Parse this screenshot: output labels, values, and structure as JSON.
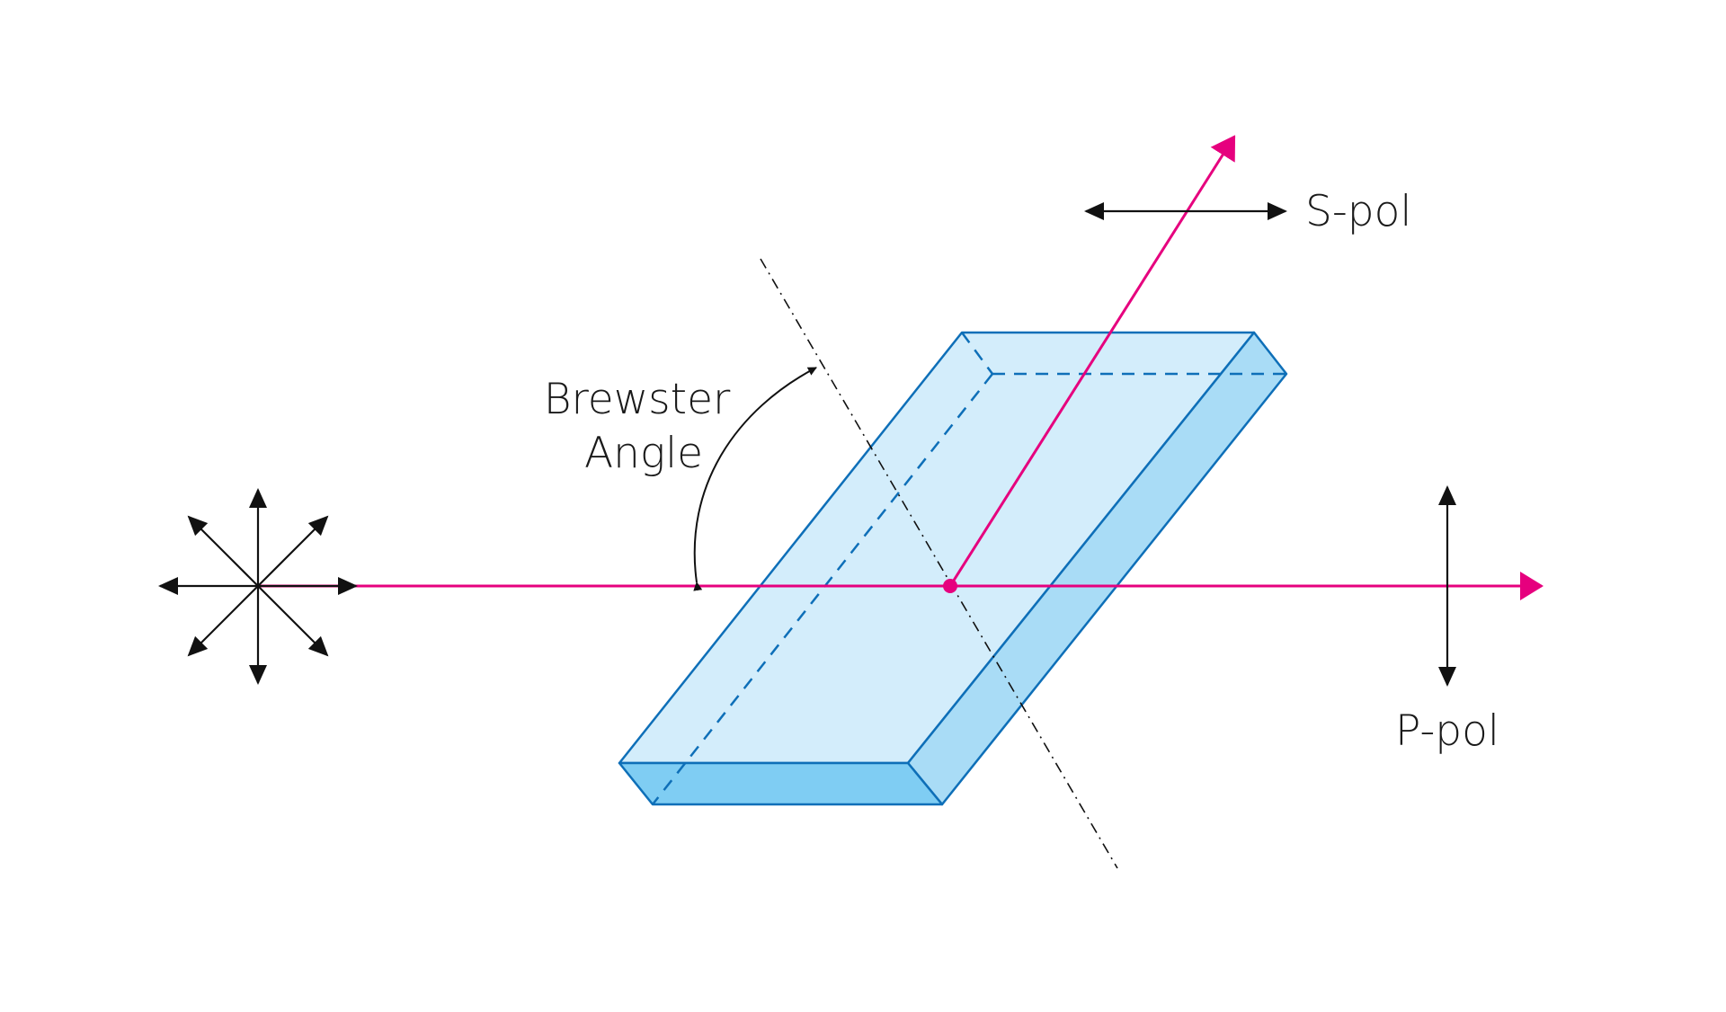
{
  "labels": {
    "brewster_line1": "Brewster",
    "brewster_line2": "Angle",
    "s_pol": "S-pol",
    "p_pol": "P-pol"
  },
  "colors": {
    "beam": "#e6007e",
    "plate_face": "#d3edfb",
    "plate_side": "#a9dcf6",
    "plate_front": "#7fcdf3",
    "plate_edge": "#0e6fb8",
    "arrows": "#111111",
    "normal_line": "#111111"
  },
  "icons": {
    "unpolarized": "unpolarized-light-arrows-icon",
    "s_pol": "horizontal-double-arrow-icon",
    "p_pol": "vertical-double-arrow-icon"
  }
}
